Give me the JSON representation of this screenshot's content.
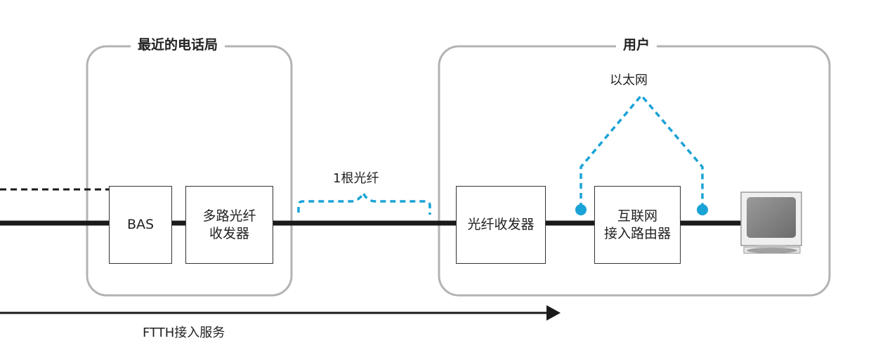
{
  "groups": {
    "office": {
      "title": "最近的电话局"
    },
    "user": {
      "title": "用户"
    }
  },
  "devices": {
    "bas": {
      "label": "BAS"
    },
    "mux": {
      "line1": "多路光纤",
      "line2": "收发器"
    },
    "transceiver": {
      "label": "光纤收发器"
    },
    "router": {
      "line1": "互联网",
      "line2": "接入路由器"
    },
    "pc": {
      "icon": "computer-monitor-icon"
    }
  },
  "annotations": {
    "fiber": "1根光纤",
    "ethernet": "以太网"
  },
  "service": {
    "label": "FTTH接入服务"
  },
  "colors": {
    "line": "#1a1a1a",
    "group_border": "#b0b0b0",
    "ethernet": "#1aa3d6"
  }
}
